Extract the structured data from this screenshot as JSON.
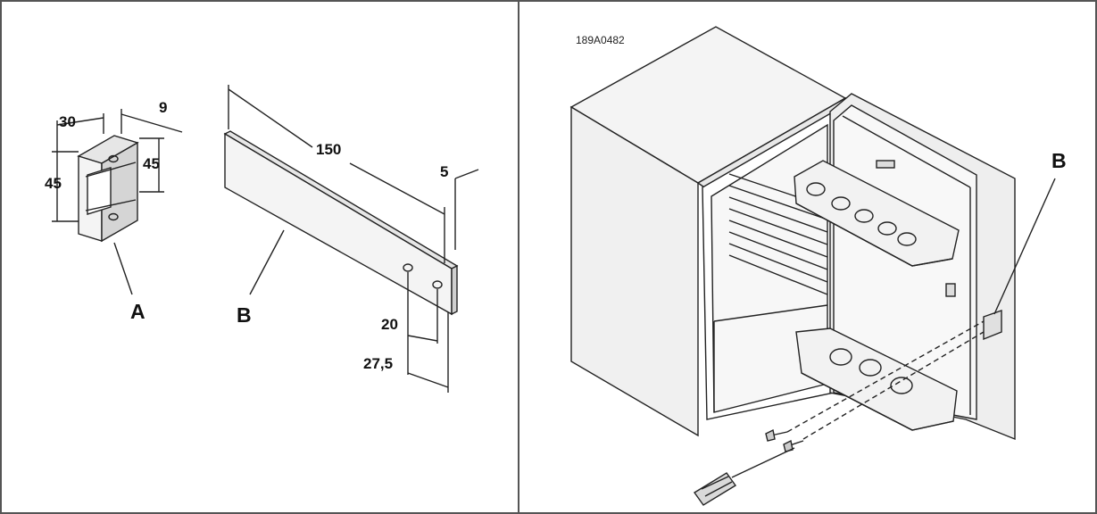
{
  "left_panel": {
    "bracket_a": {
      "label": "A",
      "dim_width": "30",
      "dim_depth": "9",
      "dim_height_outer": "45",
      "dim_height_inner": "45"
    },
    "plate_b": {
      "label": "B",
      "dim_length": "150",
      "dim_thickness": "5",
      "dim_hole_near": "20",
      "dim_hole_far": "27,5"
    }
  },
  "right_panel": {
    "drawing_code": "189A0482",
    "part_label": "B"
  },
  "colors": {
    "line": "#222222",
    "fill_light": "#f0f0f0",
    "fill_mid": "#d9d9d9",
    "frame": "#555555"
  }
}
